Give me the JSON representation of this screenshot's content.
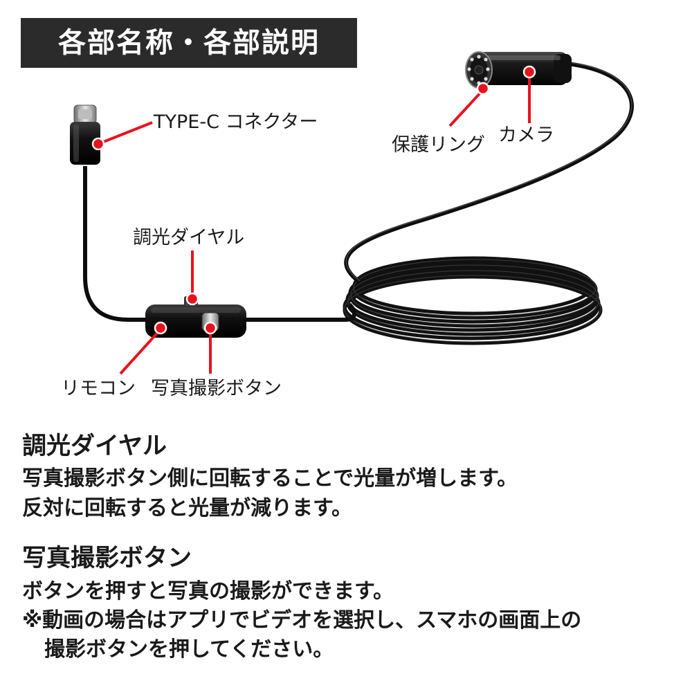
{
  "header": {
    "title": "各部名称・各部説明"
  },
  "labels": {
    "type_c": "TYPE-C コネクター",
    "protect_ring": "保護リング",
    "camera": "カメラ",
    "dial": "調光ダイヤル",
    "remote": "リモコン",
    "shutter": "写真撮影ボタン"
  },
  "colors": {
    "accent": "#e8121e",
    "header_bg": "#2b2b2b",
    "cable": "#0d0d0d"
  },
  "sections": [
    {
      "title": "調光ダイヤル",
      "lines": [
        "写真撮影ボタン側に回転することで光量が増します。",
        "反対に回転すると光量が減ります。"
      ]
    },
    {
      "title": "写真撮影ボタン",
      "lines": [
        "ボタンを押すと写真の撮影ができます。",
        "※動画の場合はアプリでビデオを選択し、スマホの画面上の",
        "撮影ボタンを押してください。"
      ]
    }
  ]
}
